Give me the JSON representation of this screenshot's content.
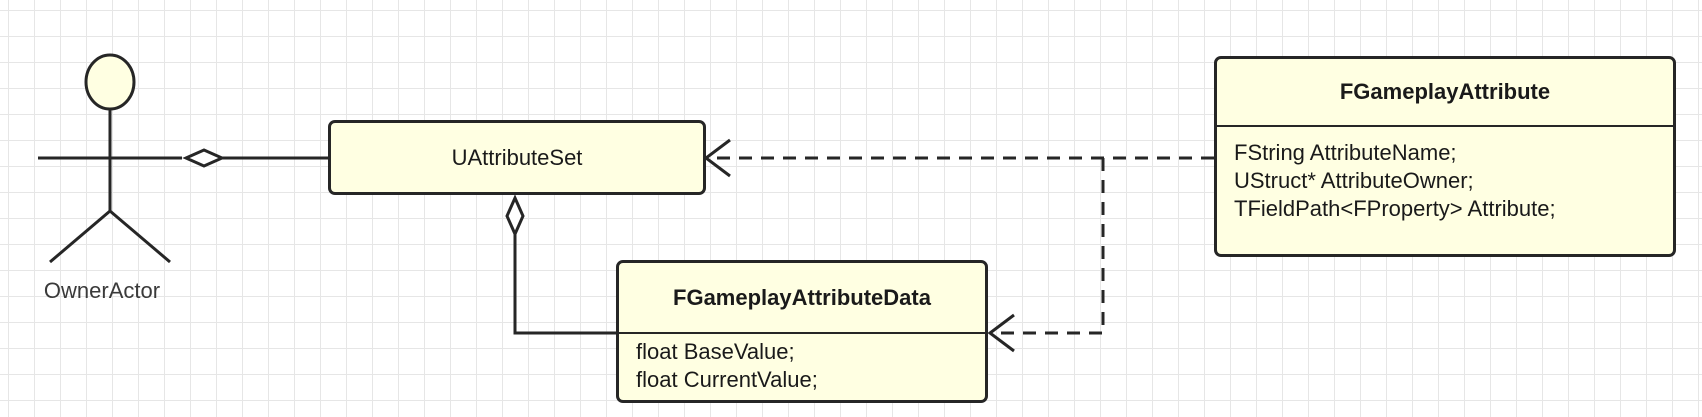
{
  "actor": {
    "label": "OwnerActor"
  },
  "nodes": {
    "attribute_set": {
      "name": "UAttributeSet"
    },
    "attribute_data": {
      "name": "FGameplayAttributeData",
      "fields": [
        "float BaseValue;",
        "float CurrentValue;"
      ]
    },
    "gameplay_attribute": {
      "name": "FGameplayAttribute",
      "fields": [
        "FString AttributeName;",
        "UStruct* AttributeOwner;",
        "TFieldPath<FProperty> Attribute;"
      ]
    }
  },
  "colors": {
    "node_fill": "#ffffe2",
    "stroke": "#262626",
    "grid": "#e6e6e6"
  }
}
